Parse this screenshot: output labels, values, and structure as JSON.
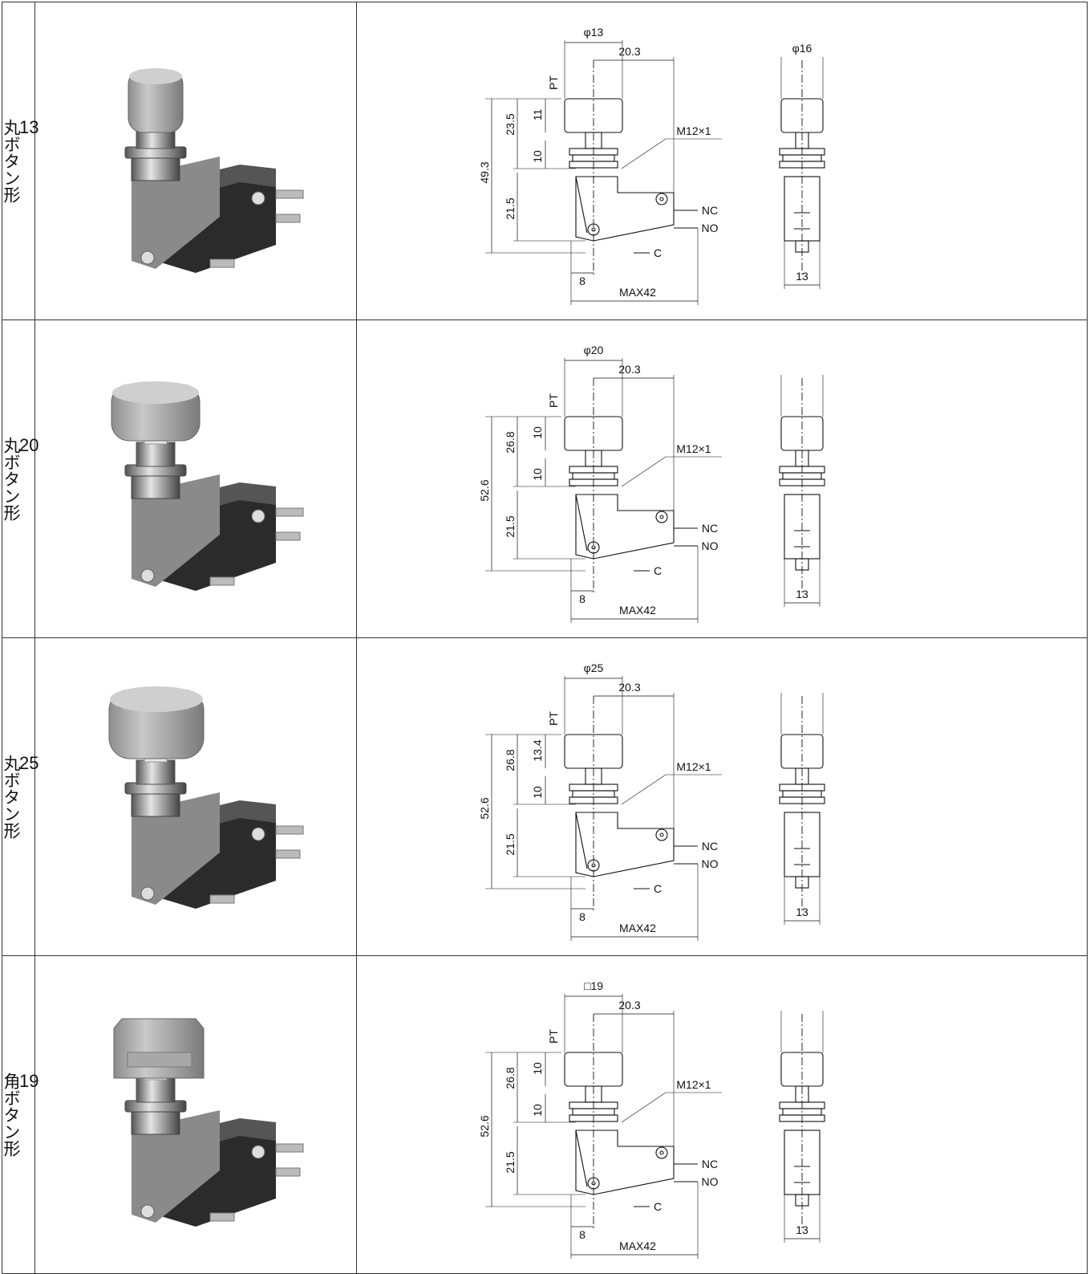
{
  "rows": [
    {
      "label_num": "13",
      "label_text": "丸ボタン形",
      "cap": "round-small",
      "dims": {
        "cap": "φ13",
        "offset": "20.3",
        "pt": "PT",
        "cap_h": "11",
        "upper": "23.5",
        "neck": "10",
        "total": "49.3",
        "lower": "21.5",
        "thread": "M12×1",
        "nc": "NC",
        "no": "NO",
        "c": "C",
        "eight": "8",
        "max": "MAX42",
        "side_cap": "φ16",
        "side_w": "13"
      }
    },
    {
      "label_num": "20",
      "label_text": "丸ボタン形",
      "cap": "round-medium",
      "dims": {
        "cap": "φ20",
        "offset": "20.3",
        "pt": "PT",
        "cap_h": "10",
        "upper": "26.8",
        "neck": "10",
        "total": "52.6",
        "lower": "21.5",
        "thread": "M12×1",
        "nc": "NC",
        "no": "NO",
        "c": "C",
        "eight": "8",
        "max": "MAX42",
        "side_cap": "",
        "side_w": "13"
      }
    },
    {
      "label_num": "25",
      "label_text": "丸ボタン形",
      "cap": "round-large",
      "dims": {
        "cap": "φ25",
        "offset": "20.3",
        "pt": "PT",
        "cap_h": "13.4",
        "upper": "26.8",
        "neck": "10",
        "total": "52.6",
        "lower": "21.5",
        "thread": "M12×1",
        "nc": "NC",
        "no": "NO",
        "c": "C",
        "eight": "8",
        "max": "MAX42",
        "side_cap": "",
        "side_w": "13"
      }
    },
    {
      "label_num": "19",
      "label_text": "角ボタン形",
      "cap": "square",
      "dims": {
        "cap": "□19",
        "offset": "20.3",
        "pt": "PT",
        "cap_h": "10",
        "upper": "26.8",
        "neck": "10",
        "total": "52.6",
        "lower": "21.5",
        "thread": "M12×1",
        "nc": "NC",
        "no": "NO",
        "c": "C",
        "eight": "8",
        "max": "MAX42",
        "side_cap": "",
        "side_w": "13"
      }
    }
  ]
}
